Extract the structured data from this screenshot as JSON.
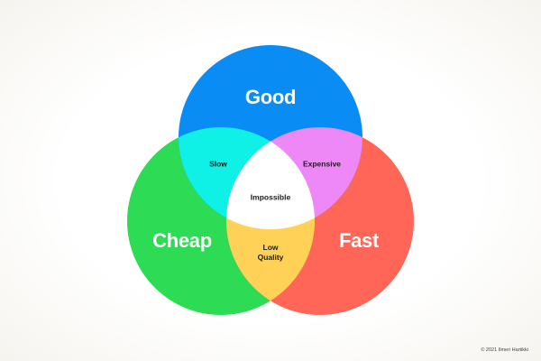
{
  "diagram": {
    "type": "venn",
    "circles": [
      {
        "id": "good",
        "label": "Good",
        "color": "#0a8cf5"
      },
      {
        "id": "cheap",
        "label": "Cheap",
        "color": "#2ddb55"
      },
      {
        "id": "fast",
        "label": "Fast",
        "color": "#ff6658"
      }
    ],
    "intersections": [
      {
        "sets": [
          "good",
          "cheap"
        ],
        "label": "Slow",
        "color": "#0ff0e6"
      },
      {
        "sets": [
          "good",
          "fast"
        ],
        "label": "Expensive",
        "color": "#ee88f6"
      },
      {
        "sets": [
          "cheap",
          "fast"
        ],
        "label_line1": "Low",
        "label_line2": "Quality",
        "color": "#ffd257"
      },
      {
        "sets": [
          "good",
          "cheap",
          "fast"
        ],
        "label": "Impossible",
        "color": "#ffffff"
      }
    ]
  },
  "footer": {
    "copyright": "© 2021 Ilmeri Hartikki"
  }
}
